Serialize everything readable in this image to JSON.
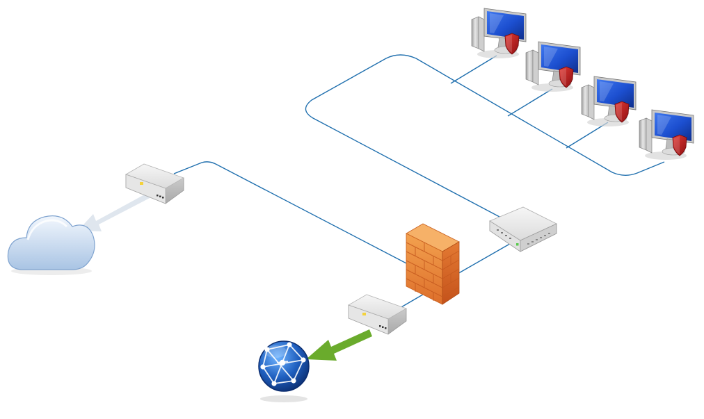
{
  "diagram": {
    "nodes": [
      {
        "id": "cloud",
        "icon": "cloud-icon"
      },
      {
        "id": "modem-upper",
        "icon": "modem-icon"
      },
      {
        "id": "firewall",
        "icon": "brick-firewall-icon"
      },
      {
        "id": "switch",
        "icon": "network-switch-icon"
      },
      {
        "id": "modem-lower",
        "icon": "modem-icon"
      },
      {
        "id": "internet-globe",
        "icon": "globe-network-icon"
      },
      {
        "id": "pc-1",
        "icon": "protected-workstation-icon"
      },
      {
        "id": "pc-2",
        "icon": "protected-workstation-icon"
      },
      {
        "id": "pc-3",
        "icon": "protected-workstation-icon"
      },
      {
        "id": "pc-4",
        "icon": "protected-workstation-icon"
      }
    ],
    "edges": [
      {
        "from": "modem-upper",
        "to": "firewall",
        "style": "line"
      },
      {
        "from": "modem-upper",
        "to": "cloud",
        "style": "arrow"
      },
      {
        "from": "firewall",
        "to": "switch",
        "style": "line"
      },
      {
        "from": "firewall",
        "to": "modem-lower",
        "style": "line"
      },
      {
        "from": "modem-lower",
        "to": "internet-globe",
        "style": "arrow"
      },
      {
        "from": "switch",
        "to": "pc-1",
        "style": "bus"
      },
      {
        "from": "switch",
        "to": "pc-2",
        "style": "bus"
      },
      {
        "from": "switch",
        "to": "pc-3",
        "style": "bus"
      },
      {
        "from": "switch",
        "to": "pc-4",
        "style": "bus"
      }
    ],
    "colors": {
      "link": "#1f6fae",
      "arrow_cloud": "#dfe6ee",
      "arrow_globe": "#6aab2c",
      "firewall": "#e8863a",
      "shield": "#b0161b",
      "monitor_screen": "#1c4fd0",
      "globe": "#1f5fbf",
      "cloud": "#bcd3ec"
    }
  }
}
